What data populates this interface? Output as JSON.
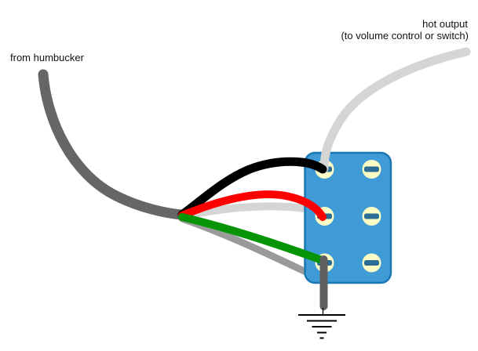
{
  "labels": {
    "source": "from humbucker",
    "output_line1": "hot output",
    "output_line2": "(to volume control or switch)"
  },
  "colors": {
    "background": "#ffffff",
    "text": "#111111",
    "cable_jacket": "#666666",
    "wire_black": "#000000",
    "wire_red": "#fd0000",
    "wire_white": "#d5d5d5",
    "wire_green": "#079507",
    "wire_bare": "#9a9a9a",
    "wire_hot_output": "#d5d5d5",
    "wire_ground": "#5f5f5f",
    "switch_body": "#3e9bd5",
    "switch_border": "#1a78b2",
    "terminal_pad": "#fbfbc6",
    "terminal_slot": "#2b6d94",
    "ground_symbol": "#000000"
  },
  "switch": {
    "terminal_rows": 3,
    "terminal_cols": 2,
    "terminal_count": 6
  }
}
